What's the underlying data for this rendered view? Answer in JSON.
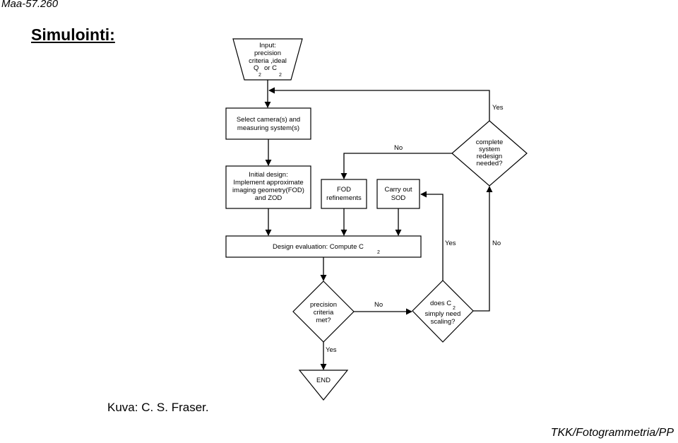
{
  "slide": {
    "course_code": "Maa-57.260",
    "heading": "Simulointi:",
    "credit": "Kuva: C. S. Fraser.",
    "footer": "TKK/Fotogrammetria/PP"
  },
  "flowchart": {
    "input": {
      "line1": "Input:",
      "line2": "precision",
      "line3": "criteria ,ideal",
      "line4_q": "Q",
      "line4_or": "or C",
      "sub_q": "2",
      "sub_c": "2"
    },
    "select": {
      "line1": "Select camera(s) and",
      "line2": "measuring system(s)"
    },
    "initial": {
      "line1": "Initial design:",
      "line2": "Implement approximate",
      "line3": "imaging geometry(FOD)",
      "line4": "and ZOD"
    },
    "fod": {
      "line1": "FOD",
      "line2": "refinements"
    },
    "sod": {
      "line1": "Carry out",
      "line2": "SOD"
    },
    "evaluation": {
      "text": "Design evaluation:  Compute C",
      "sub": "2"
    },
    "precision": {
      "line1": "precision",
      "line2": "criteria",
      "line3": "met?"
    },
    "scaling": {
      "line1": "does C",
      "sub": "2",
      "line2": "simply need",
      "line3": "scaling?"
    },
    "redesign": {
      "line1": "complete",
      "line2": "system",
      "line3": "redesign",
      "line4": "needed?"
    },
    "end": {
      "text": "END"
    },
    "labels": {
      "yes_top": "Yes",
      "no_redesign": "No",
      "yes_scaling": "Yes",
      "no_scaling": "No",
      "no_precision": "No",
      "yes_precision": "Yes"
    }
  }
}
